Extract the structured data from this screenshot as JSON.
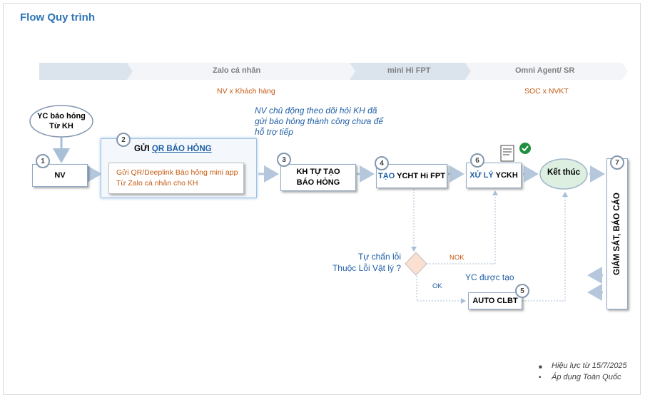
{
  "title": "Flow Quy trình",
  "lanes": [
    {
      "label": "Zalo cá nhân"
    },
    {
      "label": "mini Hi FPT"
    },
    {
      "label": "Omni Agent/ SR"
    }
  ],
  "lane_subs": {
    "left": "NV x Khách hàng",
    "right": "SOC x NVKT"
  },
  "start_bubble": {
    "line1": "YC báo hỏng",
    "line2": "Từ KH"
  },
  "steps": {
    "s1": {
      "num": "1",
      "label": "NV"
    },
    "s2": {
      "num": "2",
      "title_prefix": "GỬI ",
      "title_link": "QR BÁO HỎNG",
      "line1": "Gửi QR/Deeplink Báo hỏng mini app",
      "line2": "Từ Zalo cá nhân cho KH"
    },
    "s3": {
      "num": "3",
      "line1": "KH TỰ TẠO",
      "line2": "BÁO HỎNG"
    },
    "s4": {
      "num": "4",
      "prefix": "TẠO",
      "rest": " YCHT Hi FPT"
    },
    "s5": {
      "num": "5",
      "label": "AUTO CLBT"
    },
    "s6": {
      "num": "6",
      "prefix": "XỬ LÝ",
      "rest": " YCKH"
    },
    "s7": {
      "num": "7",
      "label": "GIÁM SÁT, BÁO CÁO"
    },
    "end": {
      "label": "Kết thúc"
    }
  },
  "nv_note": {
    "line1": "NV chủ động theo dõi hỏi KH đã",
    "line2": "gửi báo hỏng thành công chưa để",
    "line3": "hỗ trợ tiếp"
  },
  "decision": {
    "line1": "Tự chẩn lỗi",
    "line2": "Thuộc Lỗi Vật lý ?"
  },
  "edge_labels": {
    "nok": "NOK",
    "ok": "OK",
    "yc_created": "YC được tạo"
  },
  "footnotes": [
    "Hiệu lực từ 15/7/2025",
    "Áp dụng Toàn Quốc"
  ],
  "colors": {
    "accent": "#2e75b6",
    "orange": "#c55a11",
    "arrow": "#b4c7dc",
    "end_fill": "#dcefe0"
  }
}
